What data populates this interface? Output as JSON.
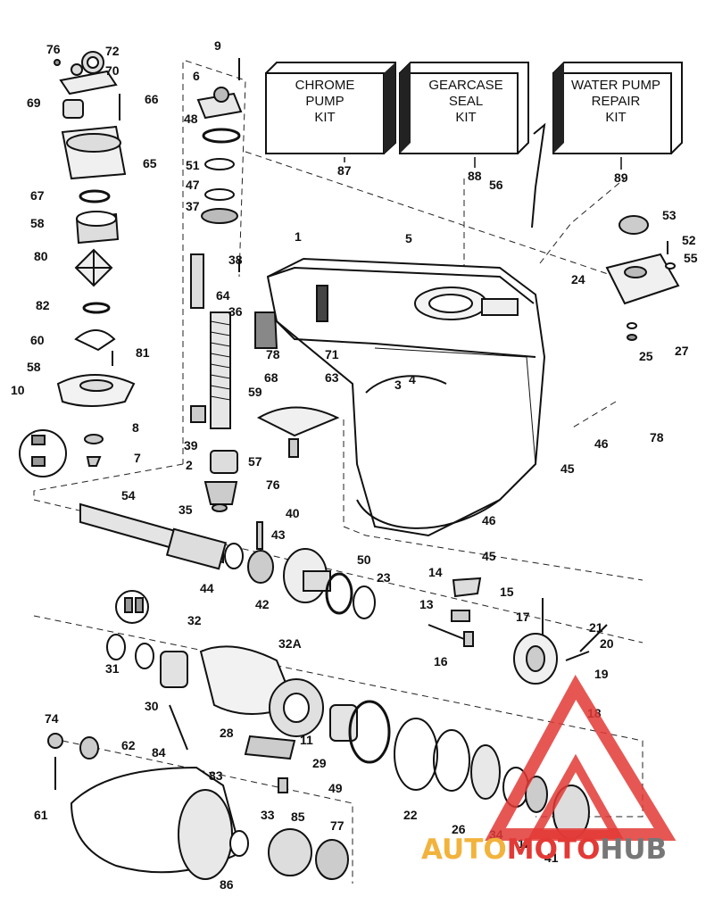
{
  "kits": [
    {
      "id": "chrome-pump-kit",
      "lines": [
        "CHROME",
        "PUMP",
        "KIT"
      ],
      "ref": "87"
    },
    {
      "id": "gearcase-seal-kit",
      "lines": [
        "GEARCASE",
        "SEAL",
        "KIT"
      ],
      "ref": "88"
    },
    {
      "id": "water-pump-repair-kit",
      "lines": [
        "WATER PUMP",
        "REPAIR",
        "KIT"
      ],
      "ref": "89"
    }
  ],
  "callouts": [
    "76",
    "72",
    "70",
    "69",
    "66",
    "65",
    "67",
    "58",
    "80",
    "82",
    "60",
    "81",
    "58",
    "10",
    "8",
    "7",
    "9",
    "6",
    "48",
    "51",
    "47",
    "37",
    "38",
    "64",
    "36",
    "39",
    "2",
    "35",
    "54",
    "43",
    "40",
    "44",
    "42",
    "1",
    "5",
    "78",
    "68",
    "71",
    "63",
    "59",
    "57",
    "76",
    "3",
    "4",
    "53",
    "52",
    "55",
    "24",
    "25",
    "27",
    "46",
    "78",
    "45",
    "46",
    "45",
    "50",
    "23",
    "14",
    "13",
    "15",
    "16",
    "17",
    "21",
    "20",
    "19",
    "18",
    "32",
    "32A",
    "31",
    "30",
    "28",
    "11",
    "29",
    "49",
    "22",
    "26",
    "34",
    "12",
    "41",
    "74",
    "62",
    "84",
    "83",
    "61",
    "33",
    "85",
    "77",
    "86",
    "56"
  ],
  "watermark": {
    "part1": "AUTO",
    "part2": "MOTO",
    "part3": "HUB",
    "color1": "#f2b33d",
    "color2": "#e23a36",
    "color3": "#777777"
  }
}
